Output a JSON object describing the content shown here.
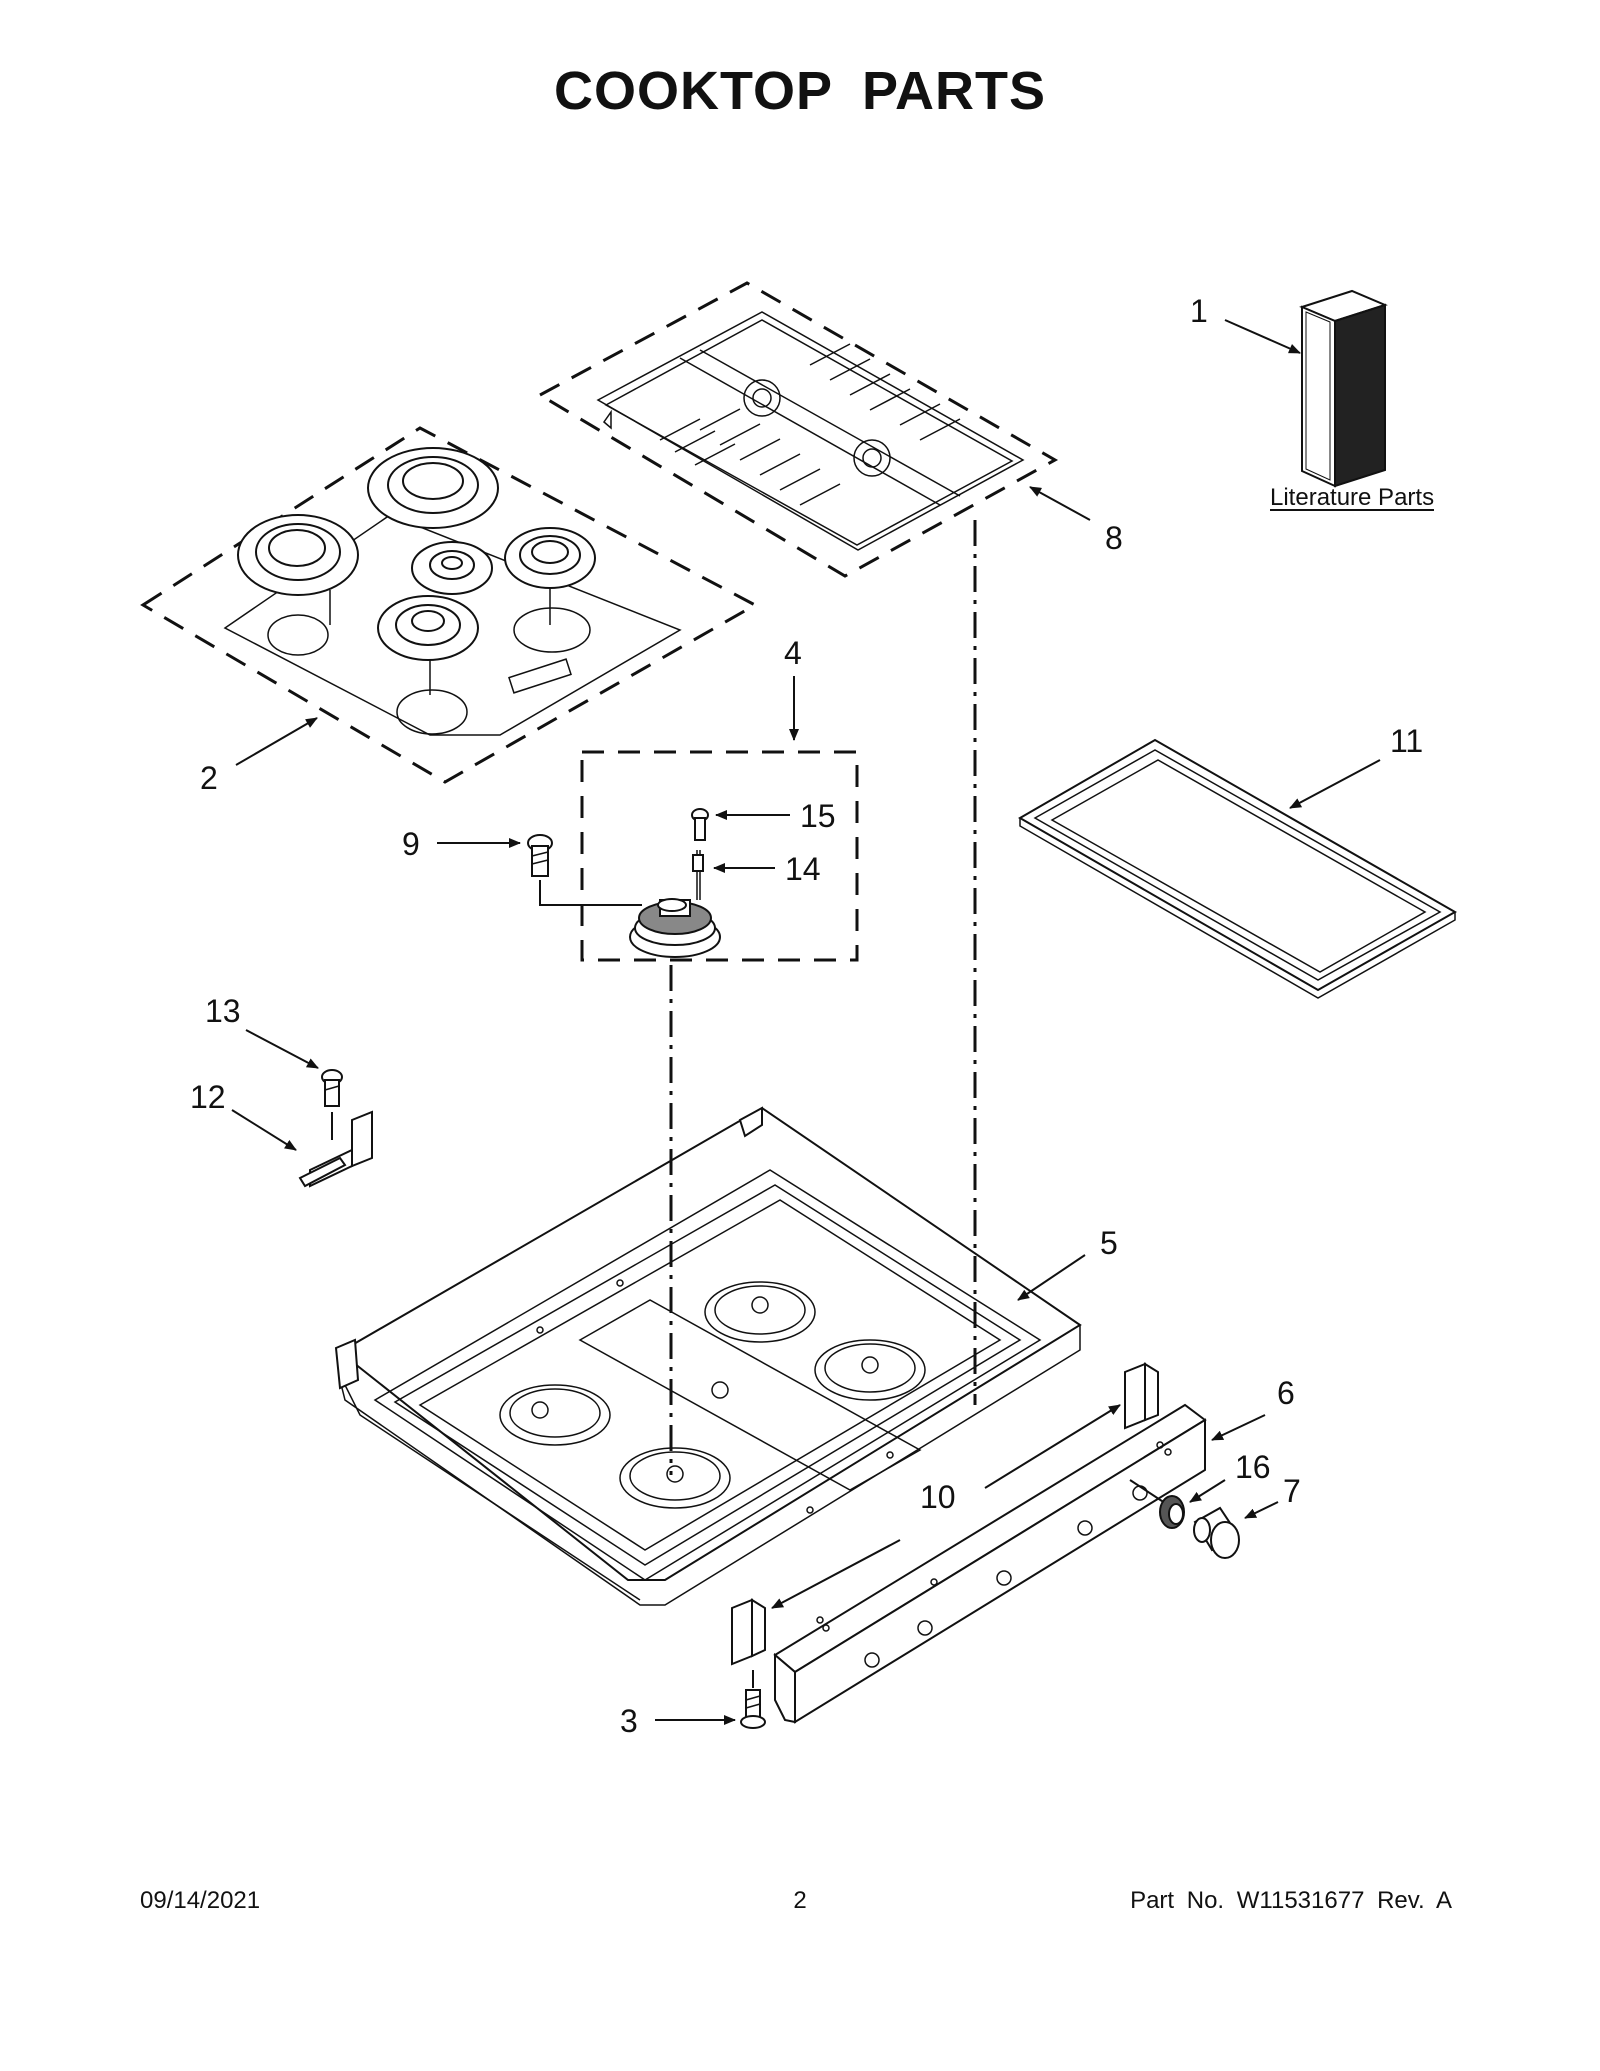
{
  "page": {
    "title": "COOKTOP PARTS",
    "date": "09/14/2021",
    "page_number": "2",
    "part_number": "Part No.  W11531677  Rev.  A"
  },
  "literature": {
    "label": "Literature Parts"
  },
  "callouts": {
    "c1": "1",
    "c2": "2",
    "c3": "3",
    "c4": "4",
    "c5": "5",
    "c6": "6",
    "c7": "7",
    "c8": "8",
    "c9": "9",
    "c10": "10",
    "c11": "11",
    "c12": "12",
    "c13": "13",
    "c14": "14",
    "c15": "15",
    "c16": "16"
  }
}
